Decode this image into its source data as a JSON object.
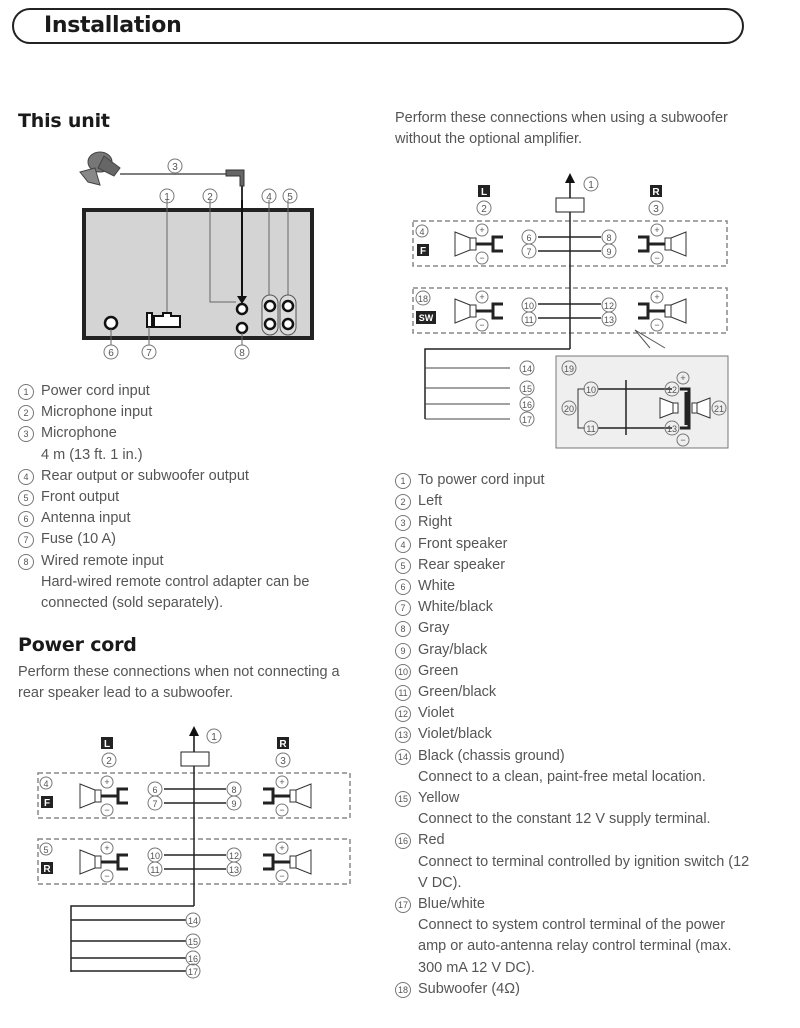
{
  "header": {
    "title": "Installation"
  },
  "this_unit": {
    "heading": "This unit",
    "diagram_callouts": [
      "1",
      "2",
      "3",
      "4",
      "5",
      "6",
      "7",
      "8"
    ],
    "items": [
      {
        "num": "1",
        "label": "Power cord input"
      },
      {
        "num": "2",
        "label": "Microphone input"
      },
      {
        "num": "3",
        "label": "Microphone",
        "detail": "4 m (13 ft. 1 in.)"
      },
      {
        "num": "4",
        "label": "Rear output or subwoofer output"
      },
      {
        "num": "5",
        "label": "Front output"
      },
      {
        "num": "6",
        "label": "Antenna input"
      },
      {
        "num": "7",
        "label": "Fuse (10 A)"
      },
      {
        "num": "8",
        "label": "Wired remote input",
        "detail": "Hard-wired remote control adapter can be connected (sold separately)."
      }
    ]
  },
  "power_cord": {
    "heading": "Power cord",
    "description": "Perform these connections when not connecting a rear speaker lead to a subwoofer.",
    "diagram": {
      "left_badge": "L",
      "right_badge": "R",
      "left_num": "2",
      "right_num": "3",
      "power_num": "1",
      "front_group": {
        "num": "4",
        "badge": "F",
        "wires": [
          "6",
          "7",
          "8",
          "9"
        ]
      },
      "rear_group": {
        "num": "5",
        "badge": "R",
        "wires": [
          "10",
          "11",
          "12",
          "13"
        ]
      },
      "ground_wires": [
        "14",
        "15",
        "16",
        "17"
      ]
    }
  },
  "subwoofer": {
    "description": "Perform these connections when using a subwoofer without the optional amplifier.",
    "diagram": {
      "left_badge": "L",
      "right_badge": "R",
      "left_num": "2",
      "right_num": "3",
      "power_num": "1",
      "front_group": {
        "num": "4",
        "badge": "F",
        "wires": [
          "6",
          "7",
          "8",
          "9"
        ]
      },
      "sw_group": {
        "num": "18",
        "badge": "SW",
        "wires": [
          "10",
          "11",
          "12",
          "13"
        ]
      },
      "ground_wires": [
        "14",
        "15",
        "16",
        "17"
      ],
      "inset": {
        "num": "19",
        "cross_num": "20",
        "speaker_num": "21",
        "wires": [
          "10",
          "11",
          "12",
          "13"
        ]
      }
    },
    "items": [
      {
        "num": "1",
        "label": "To power cord input"
      },
      {
        "num": "2",
        "label": "Left"
      },
      {
        "num": "3",
        "label": "Right"
      },
      {
        "num": "4",
        "label": "Front speaker"
      },
      {
        "num": "5",
        "label": "Rear speaker"
      },
      {
        "num": "6",
        "label": "White"
      },
      {
        "num": "7",
        "label": "White/black"
      },
      {
        "num": "8",
        "label": "Gray"
      },
      {
        "num": "9",
        "label": "Gray/black"
      },
      {
        "num": "10",
        "label": "Green"
      },
      {
        "num": "11",
        "label": "Green/black"
      },
      {
        "num": "12",
        "label": "Violet"
      },
      {
        "num": "13",
        "label": "Violet/black"
      },
      {
        "num": "14",
        "label": "Black (chassis ground)",
        "detail": "Connect to a clean, paint-free metal location."
      },
      {
        "num": "15",
        "label": "Yellow",
        "detail": "Connect to the constant 12 V supply terminal."
      },
      {
        "num": "16",
        "label": "Red",
        "detail": "Connect to terminal controlled by ignition switch (12 V DC)."
      },
      {
        "num": "17",
        "label": "Blue/white",
        "detail": "Connect to system control terminal of the power amp or auto-antenna relay control terminal (max. 300 mA 12 V DC)."
      },
      {
        "num": "18",
        "label": "Subwoofer (4Ω)"
      }
    ]
  }
}
